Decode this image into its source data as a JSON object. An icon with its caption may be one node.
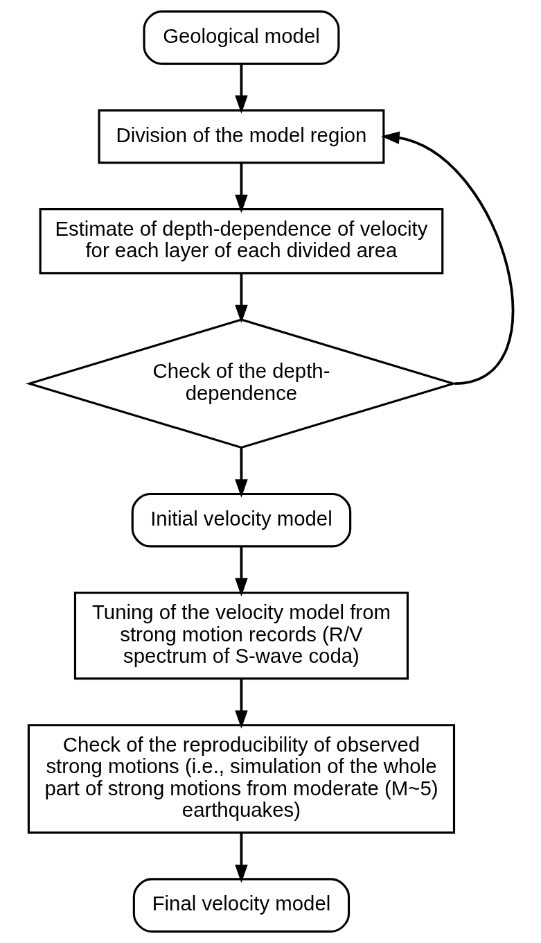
{
  "diagram": {
    "nodes": [
      {
        "text": [
          "Geological model"
        ]
      },
      {
        "text": [
          "Division of the model region"
        ]
      },
      {
        "text": [
          "Estimate of depth-dependence of velocity for each layer of each divided area"
        ]
      },
      {
        "text": [
          "Check of the depth-dependence"
        ]
      },
      {
        "text": [
          "Initial velocity model"
        ]
      },
      {
        "text": [
          "Tuning of the velocity model from strong motion records (R/V spectrum of S-wave coda)"
        ]
      },
      {
        "text": [
          "Check of the reproducibility of observed strong motions (i.e., simulation of the whole part of strong motions from moderate (M~5) earthquakes)"
        ]
      },
      {
        "text": [
          "Final velocity model"
        ]
      }
    ],
    "edges": [
      {
        "from": 0,
        "to": 1,
        "arrow": "to"
      },
      {
        "from": 1,
        "to": 2,
        "arrow": "to"
      },
      {
        "from": 2,
        "to": 3,
        "arrow": "to"
      },
      {
        "from": 3,
        "to": 4,
        "arrow": "to"
      },
      {
        "from": 4,
        "to": 5,
        "arrow": "to"
      },
      {
        "from": 5,
        "to": 6,
        "arrow": "to"
      },
      {
        "from": 6,
        "to": 7,
        "arrow": "to"
      },
      {
        "from": 3,
        "to": 1,
        "arrow": "to"
      }
    ]
  }
}
